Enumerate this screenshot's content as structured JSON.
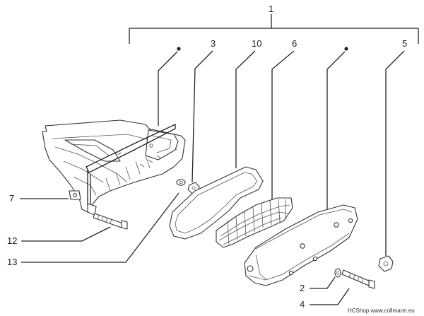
{
  "callouts": {
    "c1": "1",
    "c2": "2",
    "c3": "3",
    "c4": "4",
    "c5": "5",
    "c6": "6",
    "c7": "7",
    "c10": "10",
    "c12": "12",
    "c13": "13"
  },
  "credit": "HCShop www.collmann.eu"
}
